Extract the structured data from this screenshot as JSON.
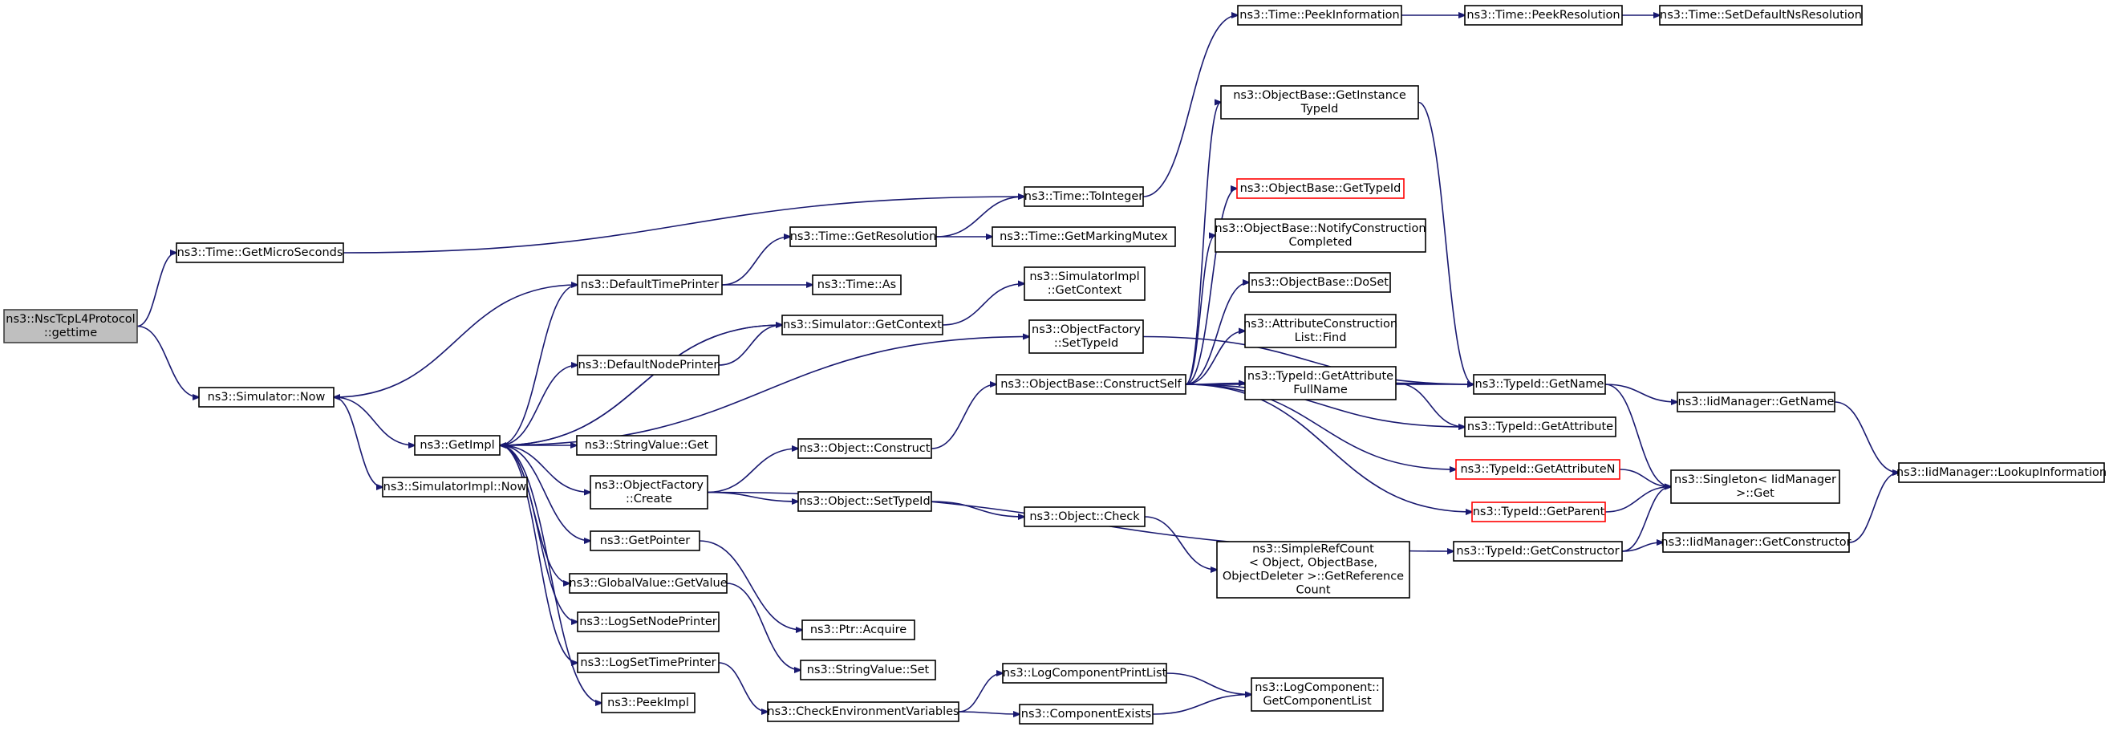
{
  "graph": {
    "nodes": [
      {
        "id": "gettime",
        "lines": [
          "ns3::NscTcpL4Protocol",
          "::gettime"
        ],
        "root": true
      },
      {
        "id": "getmicro",
        "lines": [
          "ns3::Time::GetMicroSeconds"
        ]
      },
      {
        "id": "simnow",
        "lines": [
          "ns3::Simulator::Now"
        ]
      },
      {
        "id": "getimpl",
        "lines": [
          "ns3::GetImpl"
        ]
      },
      {
        "id": "simimplnow",
        "lines": [
          "ns3::SimulatorImpl::Now"
        ]
      },
      {
        "id": "deftimeprinter",
        "lines": [
          "ns3::DefaultTimePrinter"
        ]
      },
      {
        "id": "defnodeprinter",
        "lines": [
          "ns3::DefaultNodePrinter"
        ]
      },
      {
        "id": "strget",
        "lines": [
          "ns3::StringValue::Get"
        ]
      },
      {
        "id": "ofcreate",
        "lines": [
          "ns3::ObjectFactory",
          "::Create"
        ]
      },
      {
        "id": "getpointer",
        "lines": [
          "ns3::GetPointer"
        ]
      },
      {
        "id": "gvgetvalue",
        "lines": [
          "ns3::GlobalValue::GetValue"
        ]
      },
      {
        "id": "logsetnode",
        "lines": [
          "ns3::LogSetNodePrinter"
        ]
      },
      {
        "id": "logsettime",
        "lines": [
          "ns3::LogSetTimePrinter"
        ]
      },
      {
        "id": "peekimpl",
        "lines": [
          "ns3::PeekImpl"
        ]
      },
      {
        "id": "getres",
        "lines": [
          "ns3::Time::GetResolution"
        ]
      },
      {
        "id": "timeas",
        "lines": [
          "ns3::Time::As"
        ]
      },
      {
        "id": "simgetctx",
        "lines": [
          "ns3::Simulator::GetContext"
        ]
      },
      {
        "id": "objconstruct",
        "lines": [
          "ns3::Object::Construct"
        ]
      },
      {
        "id": "objsettid",
        "lines": [
          "ns3::Object::SetTypeId"
        ]
      },
      {
        "id": "ptracquire",
        "lines": [
          "ns3::Ptr::Acquire"
        ]
      },
      {
        "id": "strset",
        "lines": [
          "ns3::StringValue::Set"
        ]
      },
      {
        "id": "checkenv",
        "lines": [
          "ns3::CheckEnvironmentVariables"
        ]
      },
      {
        "id": "tointeger",
        "lines": [
          "ns3::Time::ToInteger"
        ]
      },
      {
        "id": "markmutex",
        "lines": [
          "ns3::Time::GetMarkingMutex"
        ]
      },
      {
        "id": "simimplctx",
        "lines": [
          "ns3::SimulatorImpl",
          "::GetContext"
        ]
      },
      {
        "id": "ofsettid",
        "lines": [
          "ns3::ObjectFactory",
          "::SetTypeId"
        ]
      },
      {
        "id": "obconstructself",
        "lines": [
          "ns3::ObjectBase::ConstructSelf"
        ]
      },
      {
        "id": "objcheck",
        "lines": [
          "ns3::Object::Check"
        ]
      },
      {
        "id": "logcompprint",
        "lines": [
          "ns3::LogComponentPrintList"
        ]
      },
      {
        "id": "compexists",
        "lines": [
          "ns3::ComponentExists"
        ]
      },
      {
        "id": "peekinfo",
        "lines": [
          "ns3::Time::PeekInformation"
        ]
      },
      {
        "id": "peekres",
        "lines": [
          "ns3::Time::PeekResolution"
        ]
      },
      {
        "id": "setdefns",
        "lines": [
          "ns3::Time::SetDefaultNsResolution"
        ]
      },
      {
        "id": "obgetinst",
        "lines": [
          "ns3::ObjectBase::GetInstance",
          "TypeId"
        ]
      },
      {
        "id": "obgettid",
        "lines": [
          "ns3::ObjectBase::GetTypeId"
        ],
        "red": true
      },
      {
        "id": "obnotify",
        "lines": [
          "ns3::ObjectBase::NotifyConstruction",
          "Completed"
        ]
      },
      {
        "id": "obdoset",
        "lines": [
          "ns3::ObjectBase::DoSet"
        ]
      },
      {
        "id": "acfind",
        "lines": [
          "ns3::AttributeConstruction",
          "List::Find"
        ]
      },
      {
        "id": "tidgetattrfull",
        "lines": [
          "ns3::TypeId::GetAttribute",
          "FullName"
        ]
      },
      {
        "id": "tidgetattrn",
        "lines": [
          "ns3::TypeId::GetAttributeN"
        ],
        "red": true
      },
      {
        "id": "tidgetparent",
        "lines": [
          "ns3::TypeId::GetParent"
        ],
        "red": true
      },
      {
        "id": "simplerefcount",
        "lines": [
          "ns3::SimpleRefCount",
          "< Object, ObjectBase,",
          "ObjectDeleter >::GetReference",
          "Count"
        ]
      },
      {
        "id": "tidgetctor",
        "lines": [
          "ns3::TypeId::GetConstructor"
        ]
      },
      {
        "id": "lcgetlist",
        "lines": [
          "ns3::LogComponent::",
          "GetComponentList"
        ]
      },
      {
        "id": "tidgetname",
        "lines": [
          "ns3::TypeId::GetName"
        ]
      },
      {
        "id": "tidgetattr",
        "lines": [
          "ns3::TypeId::GetAttribute"
        ]
      },
      {
        "id": "singletonget",
        "lines": [
          "ns3::Singleton< IidManager",
          ">::Get"
        ]
      },
      {
        "id": "iidgetname",
        "lines": [
          "ns3::IidManager::GetName"
        ]
      },
      {
        "id": "iidgetctor",
        "lines": [
          "ns3::IidManager::GetConstructor"
        ]
      },
      {
        "id": "iidlookup",
        "lines": [
          "ns3::IidManager::LookupInformation"
        ]
      }
    ],
    "edges": [
      [
        "gettime",
        "getmicro"
      ],
      [
        "gettime",
        "simnow"
      ],
      [
        "getmicro",
        "tointeger"
      ],
      [
        "simnow",
        "getimpl"
      ],
      [
        "simnow",
        "simimplnow"
      ],
      [
        "getimpl",
        "deftimeprinter"
      ],
      [
        "getimpl",
        "defnodeprinter"
      ],
      [
        "getimpl",
        "simgetctx"
      ],
      [
        "getimpl",
        "ofsettid"
      ],
      [
        "getimpl",
        "strget"
      ],
      [
        "getimpl",
        "ofcreate"
      ],
      [
        "getimpl",
        "getpointer"
      ],
      [
        "getimpl",
        "gvgetvalue"
      ],
      [
        "getimpl",
        "logsetnode"
      ],
      [
        "getimpl",
        "logsettime"
      ],
      [
        "getimpl",
        "peekimpl"
      ],
      [
        "deftimeprinter",
        "simnow"
      ],
      [
        "deftimeprinter",
        "getres"
      ],
      [
        "deftimeprinter",
        "timeas"
      ],
      [
        "defnodeprinter",
        "simgetctx"
      ],
      [
        "simgetctx",
        "getimpl"
      ],
      [
        "simgetctx",
        "simimplctx"
      ],
      [
        "getres",
        "tointeger"
      ],
      [
        "getres",
        "markmutex"
      ],
      [
        "tointeger",
        "peekinfo"
      ],
      [
        "peekinfo",
        "peekres"
      ],
      [
        "peekres",
        "setdefns"
      ],
      [
        "ofsettid",
        "tidgetname"
      ],
      [
        "ofcreate",
        "objconstruct"
      ],
      [
        "ofcreate",
        "objsettid"
      ],
      [
        "ofcreate",
        "tidgetctor"
      ],
      [
        "objconstruct",
        "obconstructself"
      ],
      [
        "objsettid",
        "objcheck"
      ],
      [
        "objcheck",
        "simplerefcount"
      ],
      [
        "getpointer",
        "ptracquire"
      ],
      [
        "gvgetvalue",
        "strset"
      ],
      [
        "logsettime",
        "checkenv"
      ],
      [
        "checkenv",
        "logcompprint"
      ],
      [
        "checkenv",
        "compexists"
      ],
      [
        "logcompprint",
        "lcgetlist"
      ],
      [
        "compexists",
        "lcgetlist"
      ],
      [
        "obconstructself",
        "obgetinst"
      ],
      [
        "obconstructself",
        "obgettid"
      ],
      [
        "obconstructself",
        "obnotify"
      ],
      [
        "obconstructself",
        "obdoset"
      ],
      [
        "obconstructself",
        "acfind"
      ],
      [
        "obconstructself",
        "tidgetattrfull"
      ],
      [
        "obconstructself",
        "tidgetattr"
      ],
      [
        "obconstructself",
        "tidgetattrn"
      ],
      [
        "obconstructself",
        "tidgetparent"
      ],
      [
        "obconstructself",
        "tidgetname"
      ],
      [
        "obgetinst",
        "tidgetname"
      ],
      [
        "tidgetattrfull",
        "tidgetname"
      ],
      [
        "tidgetattrfull",
        "tidgetattr"
      ],
      [
        "tidgetname",
        "iidgetname"
      ],
      [
        "tidgetname",
        "singletonget"
      ],
      [
        "tidgetattrn",
        "singletonget"
      ],
      [
        "tidgetparent",
        "singletonget"
      ],
      [
        "tidgetctor",
        "singletonget"
      ],
      [
        "tidgetctor",
        "iidgetctor"
      ],
      [
        "iidgetname",
        "iidlookup"
      ],
      [
        "iidgetctor",
        "iidlookup"
      ]
    ]
  }
}
